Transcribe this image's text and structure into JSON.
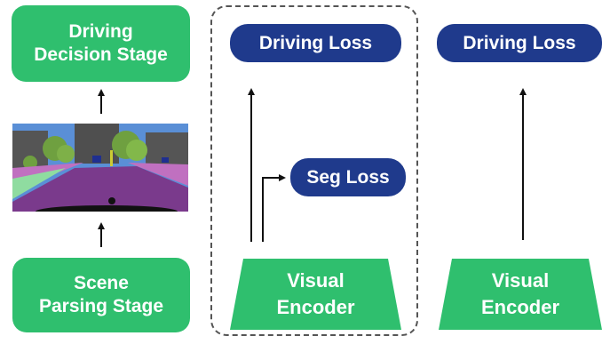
{
  "left": {
    "decision": {
      "line1": "Driving",
      "line2": "Decision Stage"
    },
    "parsing": {
      "line1": "Scene",
      "line2": "Parsing Stage"
    }
  },
  "middle": {
    "driving_loss": "Driving Loss",
    "seg_loss": "Seg Loss",
    "encoder": {
      "line1": "Visual",
      "line2": "Encoder"
    }
  },
  "right": {
    "driving_loss": "Driving Loss",
    "encoder": {
      "line1": "Visual",
      "line2": "Encoder"
    }
  },
  "colors": {
    "green": "#2fbf6e",
    "navy": "#1f3a8c",
    "road_purple": "#7a3a8c",
    "sky_blue": "#5a8fd6",
    "vegetation": "#6fa040",
    "building": "#555555"
  }
}
